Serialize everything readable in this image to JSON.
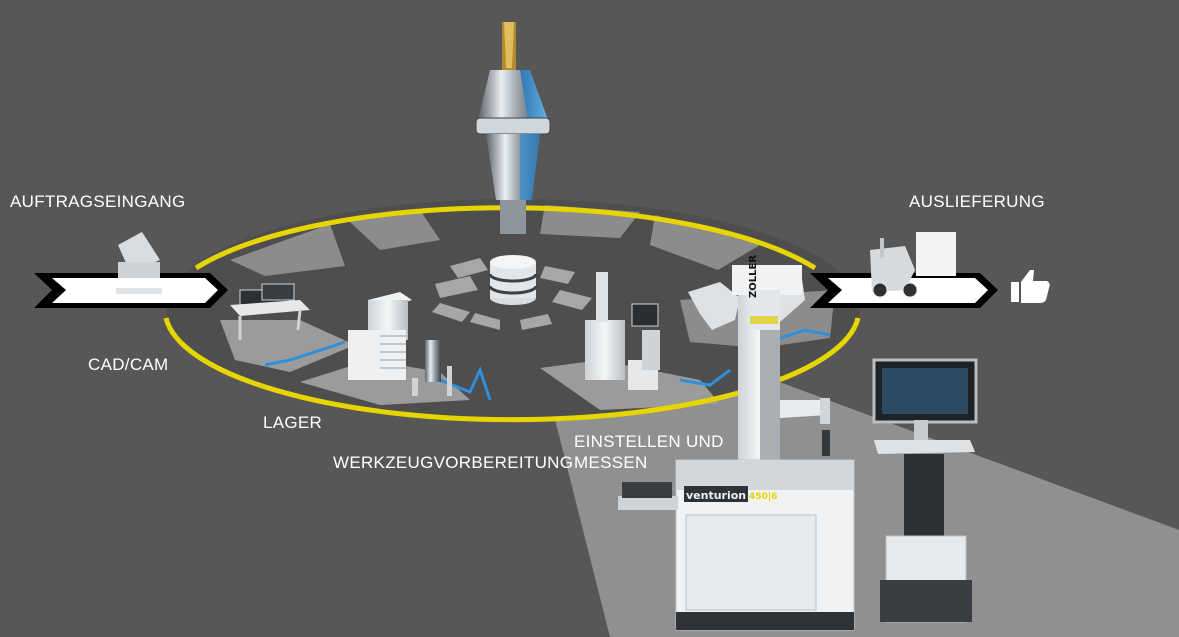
{
  "stations": {
    "auftragseingang": "AUFTRAGSEINGANG",
    "cad_cam": "CAD/CAM",
    "lager": "LAGER",
    "werkzeugvorbereitung": "WERKZEUGVORBEREITUNG",
    "einstellen_line1": "EINSTELLEN UND",
    "einstellen_line2": "MESSEN",
    "auslieferung": "AUSLIEFERUNG"
  },
  "machine": {
    "brand": "ZOLLER",
    "model": "venturion",
    "model_suffix": "450|6"
  },
  "icons": [
    "thumbs-up-icon",
    "tool-holder-icon",
    "database-icon",
    "forklift-icon",
    "workstation-icon",
    "storage-cabinet-icon",
    "presetter-icon"
  ],
  "colors": {
    "background": "#575757",
    "ring": "#e6d500",
    "path_blue": "#2f8fd8",
    "label": "#ffffff"
  }
}
